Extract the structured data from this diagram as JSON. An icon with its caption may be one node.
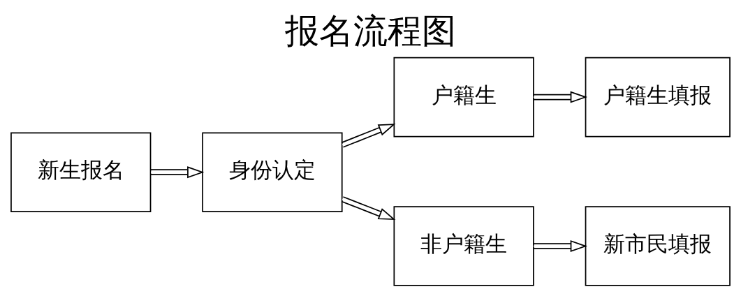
{
  "diagram": {
    "title": "报名流程图",
    "nodes": [
      {
        "text": [
          "新生报名"
        ]
      },
      {
        "text": [
          "身份认定"
        ]
      },
      {
        "text": [
          "户籍生"
        ]
      },
      {
        "text": [
          "非户籍生"
        ]
      },
      {
        "text": [
          "户籍生填报"
        ]
      },
      {
        "text": [
          "新市民填报"
        ]
      }
    ],
    "edges": [
      {
        "from": 0,
        "to": 1,
        "arrow": "to"
      },
      {
        "from": 1,
        "to": 2,
        "arrow": "to"
      },
      {
        "from": 1,
        "to": 3,
        "arrow": "to"
      },
      {
        "from": 2,
        "to": 4,
        "arrow": "to"
      },
      {
        "from": 3,
        "to": 5,
        "arrow": "to"
      }
    ]
  }
}
